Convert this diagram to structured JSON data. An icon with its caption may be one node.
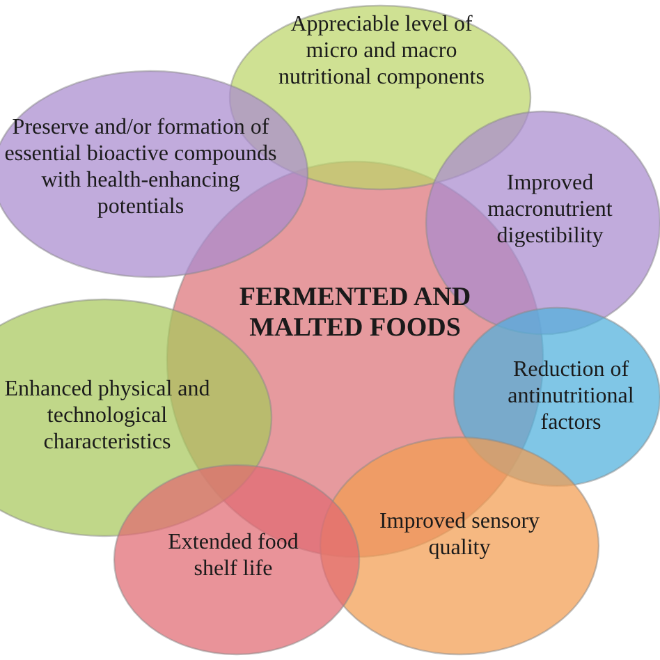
{
  "diagram": {
    "nodes": [
      {
        "text": [
          "FERMENTED AND MALTED FOODS"
        ]
      },
      {
        "text": [
          "Appreciable level of micro and macro nutritional components"
        ]
      },
      {
        "text": [
          "Preserve and/or formation of essential bioactive compounds with health-enhancing potentials"
        ]
      },
      {
        "text": [
          "Improved macronutrient digestibility"
        ]
      },
      {
        "text": [
          "Reduction of antinutritional factors"
        ]
      },
      {
        "text": [
          "Enhanced physical and technological characteristics"
        ]
      },
      {
        "text": [
          "Improved sensory quality"
        ]
      },
      {
        "text": [
          "Extended food shelf life"
        ]
      }
    ]
  }
}
